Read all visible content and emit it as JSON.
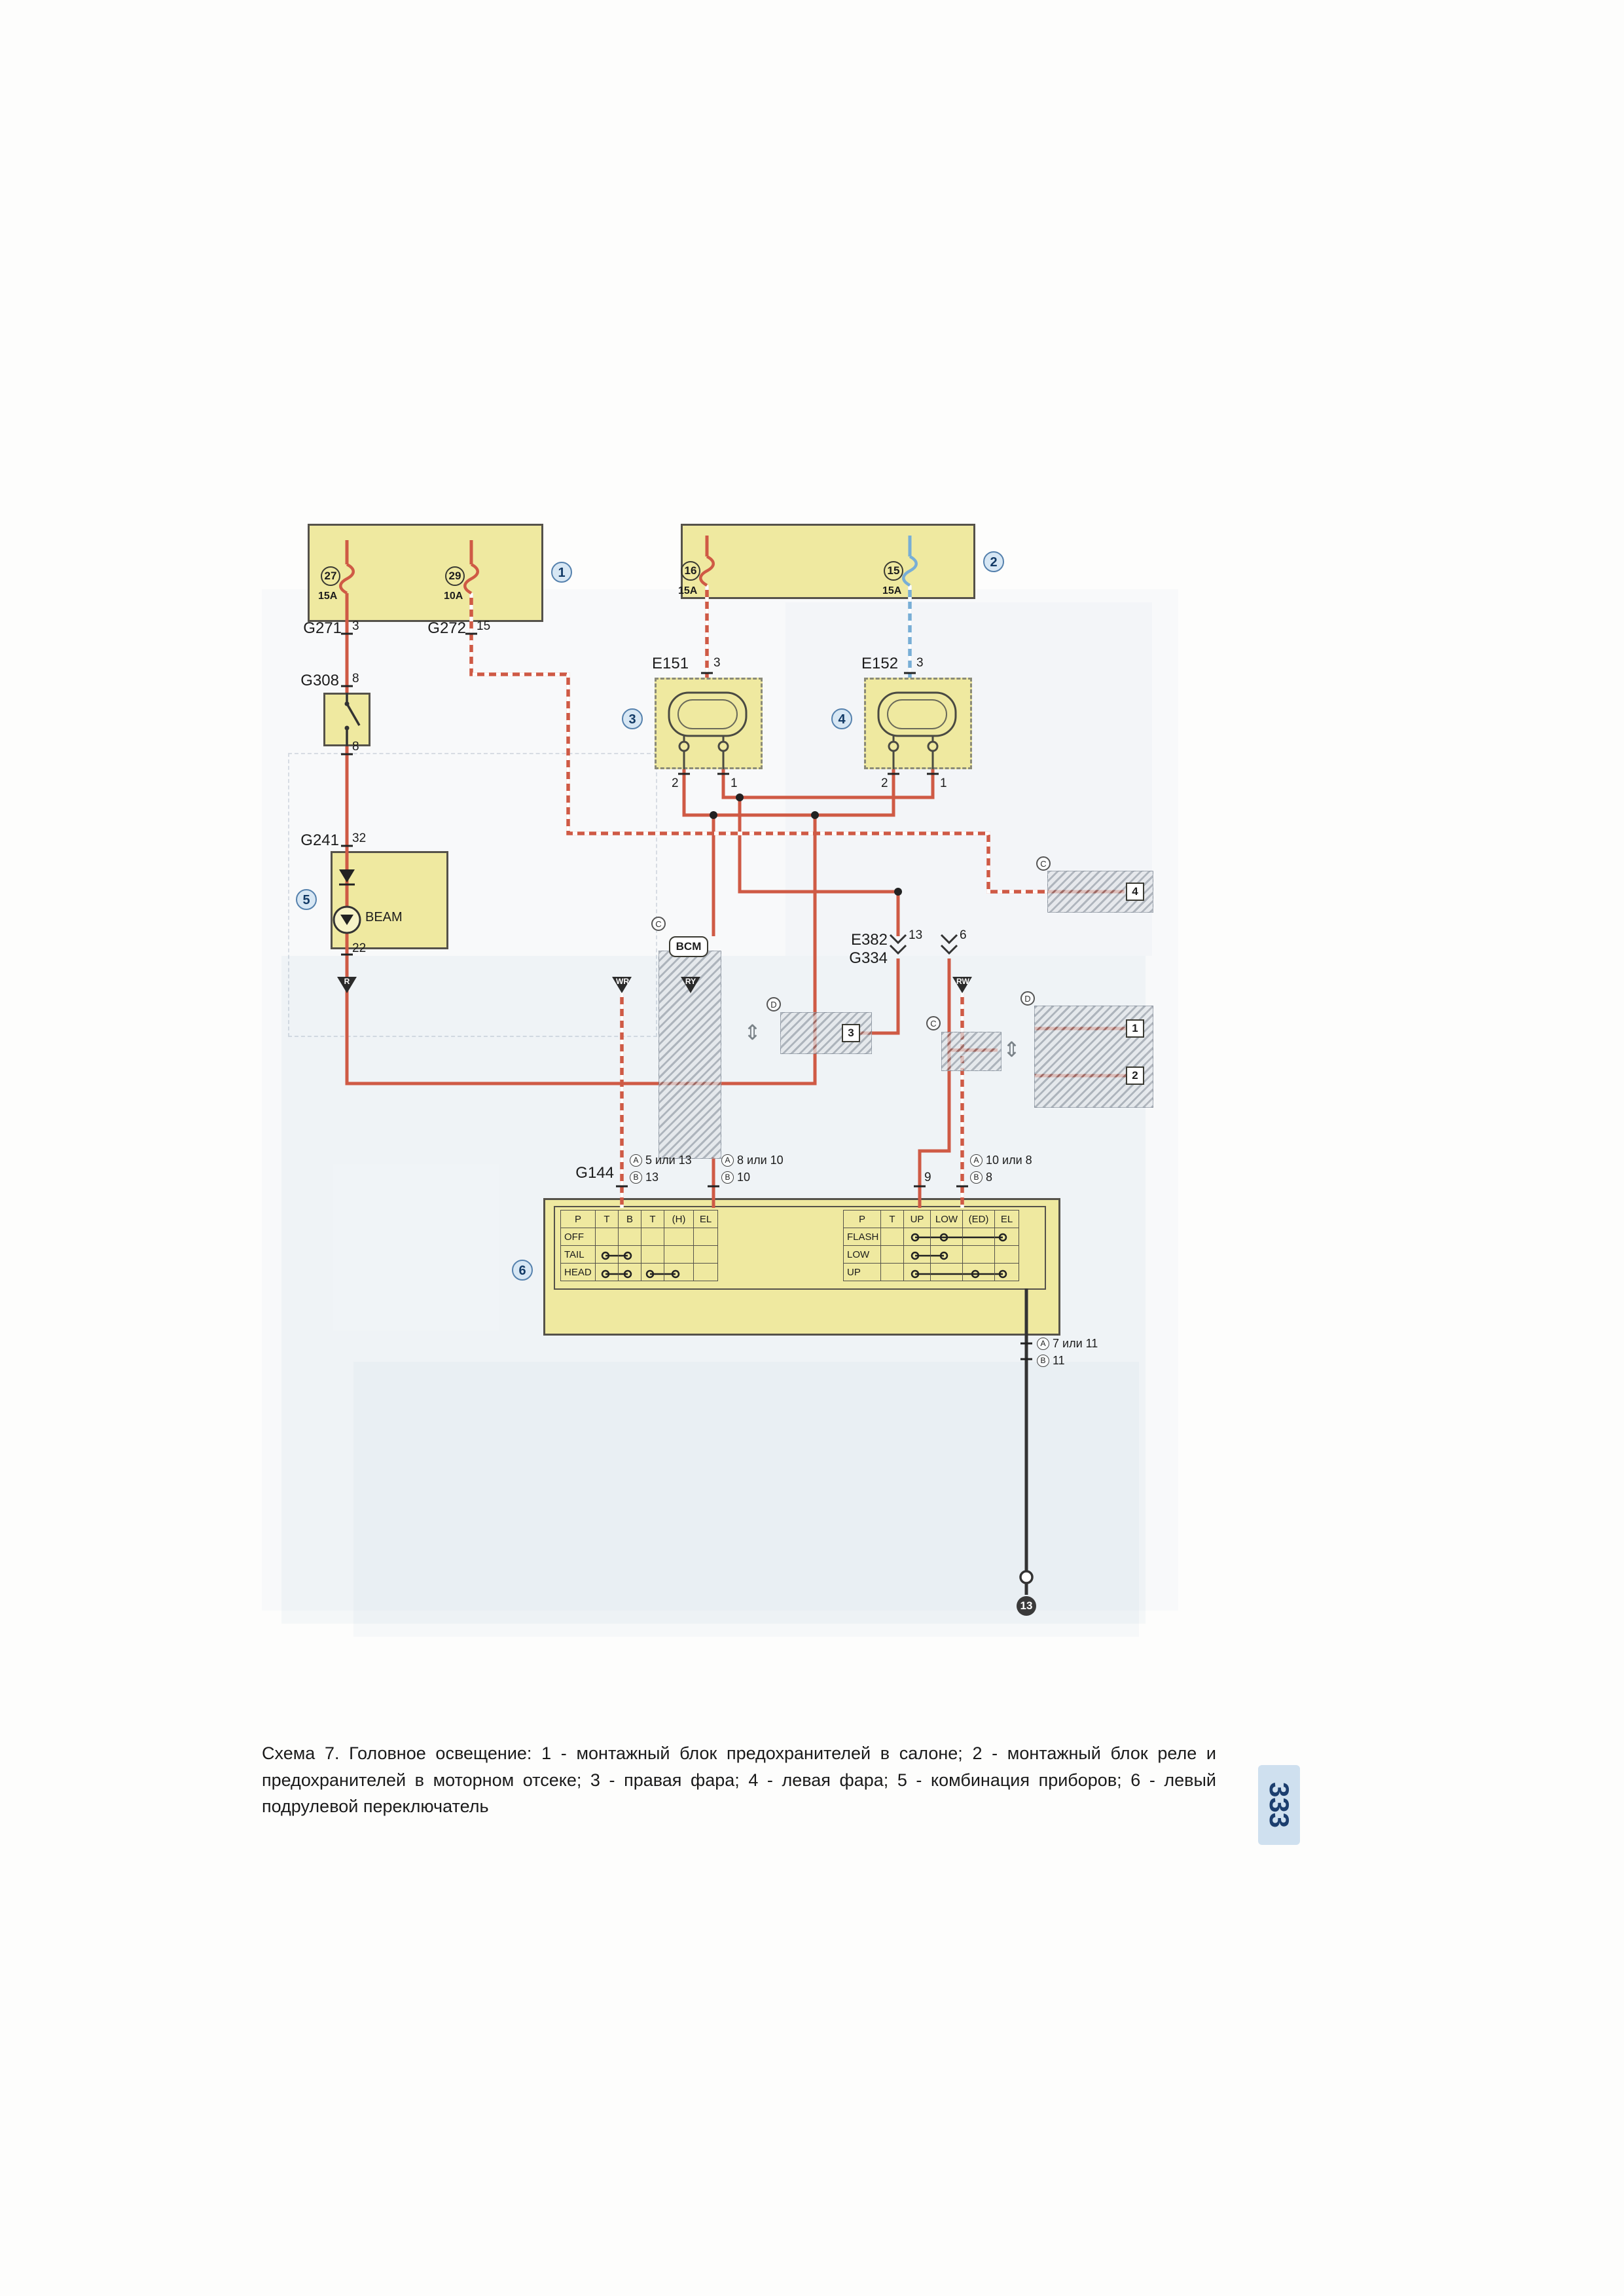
{
  "page": {
    "number": "333"
  },
  "caption": {
    "text": "Схема 7. Головное освещение: 1 - монтажный блок предохранителей в салоне; 2 - монтажный блок реле и предохранителей в моторном отсеке; 3 - правая фара; 4 - левая фара; 5 - комбинация приборов; 6 - левый подрулевой переключатель"
  },
  "icons": {
    "mating_arrow": "⇕"
  },
  "diagram": {
    "fusebox1": {
      "badge": "1",
      "fuses": [
        {
          "no": "27",
          "amp": "15A"
        },
        {
          "no": "29",
          "amp": "10A"
        }
      ]
    },
    "fusebox2": {
      "badge": "2",
      "fuses": [
        {
          "no": "16",
          "amp": "15A"
        },
        {
          "no": "15",
          "amp": "15A"
        }
      ]
    },
    "g271": {
      "label": "G271",
      "pin": "3"
    },
    "g272": {
      "label": "G272",
      "pin": "15"
    },
    "g308": {
      "label": "G308",
      "pin_top": "8",
      "pin_bottom": "8"
    },
    "g241": {
      "label": "G241",
      "pin": "32"
    },
    "cluster": {
      "badge": "5",
      "lamp": "BEAM",
      "pin_bottom": "22"
    },
    "e151": {
      "label": "E151",
      "pin_top": "3",
      "badge": "3",
      "pin2": "2",
      "pin1": "1"
    },
    "e152": {
      "label": "E152",
      "pin_top": "3",
      "badge": "4",
      "pin2": "2",
      "pin1": "1"
    },
    "bcm": {
      "label": "BCM"
    },
    "e382": {
      "label": "E382"
    },
    "g334": {
      "label": "G334",
      "pin13": "13",
      "pin6": "6"
    },
    "markers": {
      "r": "R",
      "wr": "WR",
      "ry": "RY",
      "rw": "RW"
    },
    "letters": {
      "c0": "C",
      "c1": "C",
      "d1": "D",
      "c2": "C",
      "d2": "D"
    },
    "refs": {
      "box4": "4",
      "box3": "3",
      "box1": "1",
      "box2": "2"
    },
    "g144": {
      "label": "G144",
      "ann1": {
        "k": "A",
        "t": "5 или 13"
      },
      "ann1b": {
        "k": "B",
        "t": "13"
      },
      "ann2": {
        "k": "A",
        "t": "8 или 10"
      },
      "ann2b": {
        "k": "B",
        "t": "10"
      },
      "pin9": "9",
      "ann3": {
        "k": "A",
        "t": "10 или 8"
      },
      "ann3b": {
        "k": "B",
        "t": "8"
      }
    },
    "switch": {
      "badge": "6",
      "left": {
        "headers": [
          "P",
          "T",
          "B",
          "T",
          "(H)",
          "EL"
        ],
        "rows": [
          "OFF",
          "TAIL",
          "HEAD"
        ]
      },
      "right": {
        "headers": [
          "P",
          "T",
          "UP",
          "LOW",
          "(ED)",
          "EL"
        ],
        "rows": [
          "FLASH",
          "LOW",
          "UP"
        ]
      }
    },
    "bottom": {
      "ann": {
        "k": "A",
        "t": "7 или 11"
      },
      "annb": {
        "k": "B",
        "t": "11"
      },
      "ground": "13"
    }
  }
}
